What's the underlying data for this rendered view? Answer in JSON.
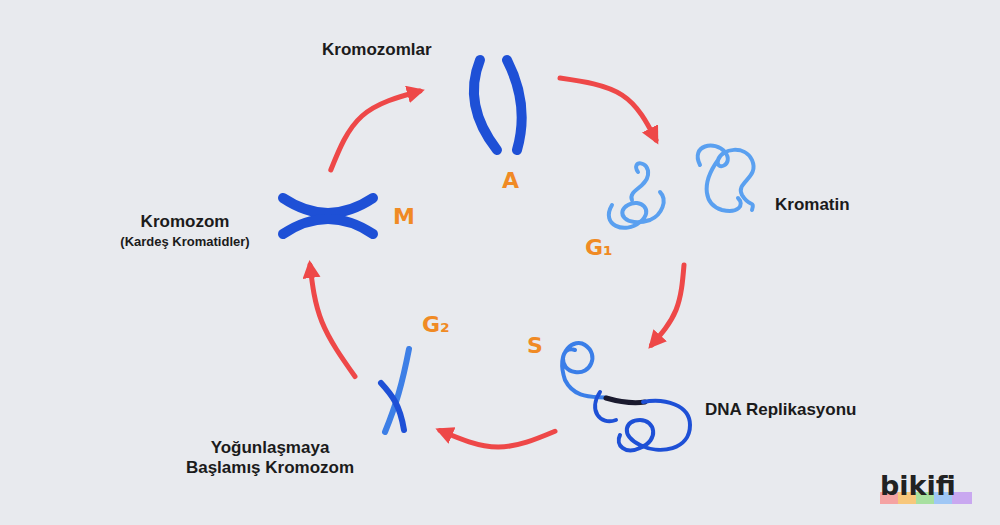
{
  "diagram": {
    "nodes": [
      {
        "text": [
          "Kromozomlar",
          "A"
        ]
      },
      {
        "text": [
          "G₁",
          "Kromatin"
        ]
      },
      {
        "text": [
          "S",
          "DNA Replikasyonu"
        ]
      },
      {
        "text": [
          "G₂",
          "Yoğunlaşmaya Başlamış Kromozom"
        ]
      },
      {
        "text": [
          "Kromozom",
          "(Kardeş Kromatidler)",
          "M"
        ]
      }
    ],
    "edges": [
      {
        "from": 0,
        "to": 1,
        "arrow": "to"
      },
      {
        "from": 1,
        "to": 2,
        "arrow": "to"
      },
      {
        "from": 2,
        "to": 3,
        "arrow": "to"
      },
      {
        "from": 3,
        "to": 4,
        "arrow": "to"
      },
      {
        "from": 4,
        "to": 0,
        "arrow": "to"
      }
    ],
    "labels": [
      "bikifi"
    ]
  }
}
